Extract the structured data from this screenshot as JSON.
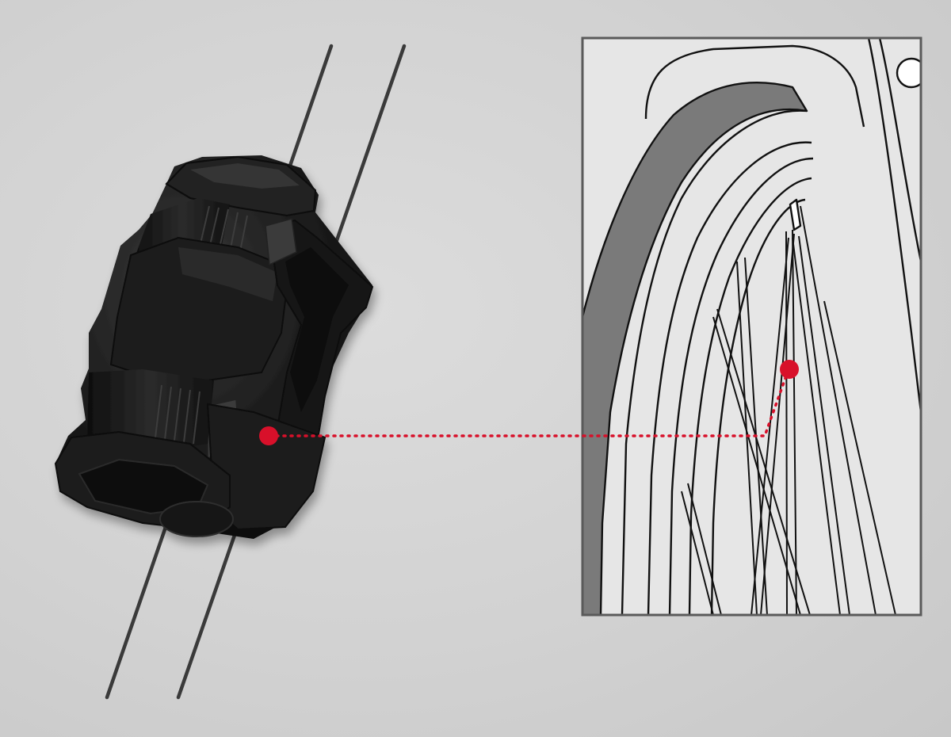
{
  "colors": {
    "background": "#d4d4d4",
    "spoke_wire": "#3a3a3a",
    "magnet_body": "#1a1a1a",
    "marker_red": "#d8102a",
    "inset_background": "#e6e6e6",
    "inset_frame": "#5a5a5a",
    "tire_gray": "#7a7a7a",
    "line_art": "#111111"
  },
  "objects": {
    "magnet": "spoke-magnet",
    "inset": "wheel-rim-detail",
    "marker": "red-dot-marker",
    "leader": "dotted-leader-line"
  }
}
